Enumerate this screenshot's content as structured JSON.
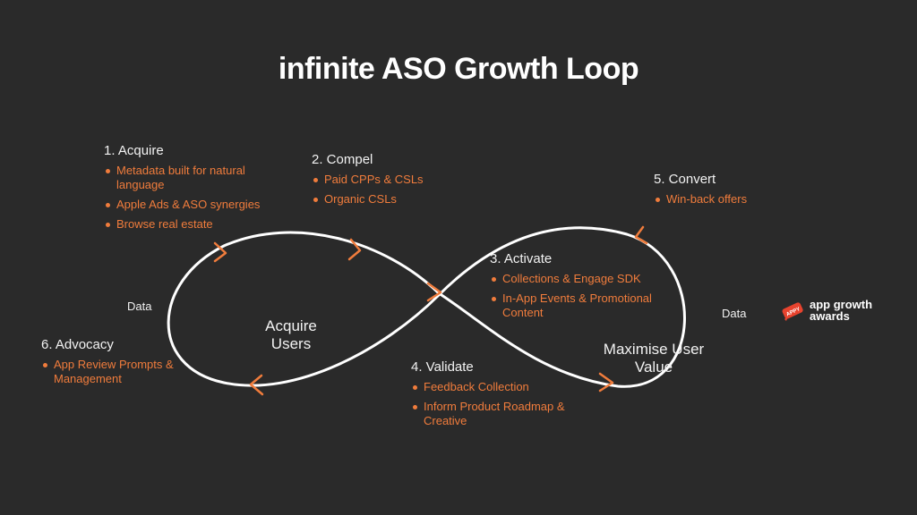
{
  "title": "infinite ASO Growth Loop",
  "stages": [
    {
      "title": "1. Acquire",
      "items": [
        "Metadata built for natural language",
        "Apple Ads & ASO synergies",
        "Browse real estate"
      ]
    },
    {
      "title": "2. Compel",
      "items": [
        "Paid CPPs & CSLs",
        "Organic CSLs"
      ]
    },
    {
      "title": "3. Activate",
      "items": [
        "Collections & Engage SDK",
        "In-App Events & Promotional Content"
      ]
    },
    {
      "title": "4. Validate",
      "items": [
        "Feedback Collection",
        "Inform Product Roadmap & Creative"
      ]
    },
    {
      "title": "5. Convert",
      "items": [
        "Win-back offers"
      ]
    },
    {
      "title": "6. Advocacy",
      "items": [
        "App Review Prompts & Management"
      ]
    }
  ],
  "loops": {
    "left_line1": "Acquire",
    "left_line2": "Users",
    "right_line1": "Maximise User",
    "right_line2": "Value"
  },
  "data_labels": {
    "left": "Data",
    "right": "Data"
  },
  "logo": {
    "line1": "app growth",
    "line2": "awards",
    "badge": "APPY"
  },
  "colors": {
    "background": "#2a2a2a",
    "accent": "#f07c3c",
    "line": "#ffffff"
  }
}
